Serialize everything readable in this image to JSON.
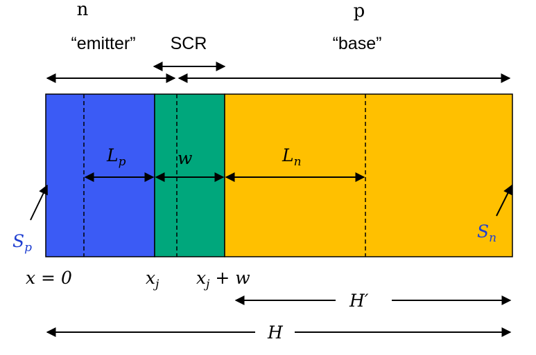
{
  "labels": {
    "emitter_type": "n",
    "base_type": "p",
    "emitter": "“emitter”",
    "scr": "SCR",
    "base": "“base”",
    "Lp_main": "L",
    "Lp_sub": "p",
    "w": "w",
    "Ln_main": "L",
    "Ln_sub": "n",
    "Sp_main": "S",
    "Sp_sub": "p",
    "Sn_main": "S",
    "Sn_sub": "n",
    "x0": "x = 0",
    "xj_main": "x",
    "xj_sub": "j",
    "xjw_main": "x",
    "xjw_sub": "j",
    "xjw_rest": " + w",
    "Hprime": "H′",
    "H": "H"
  },
  "colors": {
    "emitter_region": "#3b5bf5",
    "scr_region": "#00a77c",
    "base_region": "#ffc000",
    "Sp_label": "#1f3fd1",
    "Sn_label": "#1f3fd1"
  }
}
